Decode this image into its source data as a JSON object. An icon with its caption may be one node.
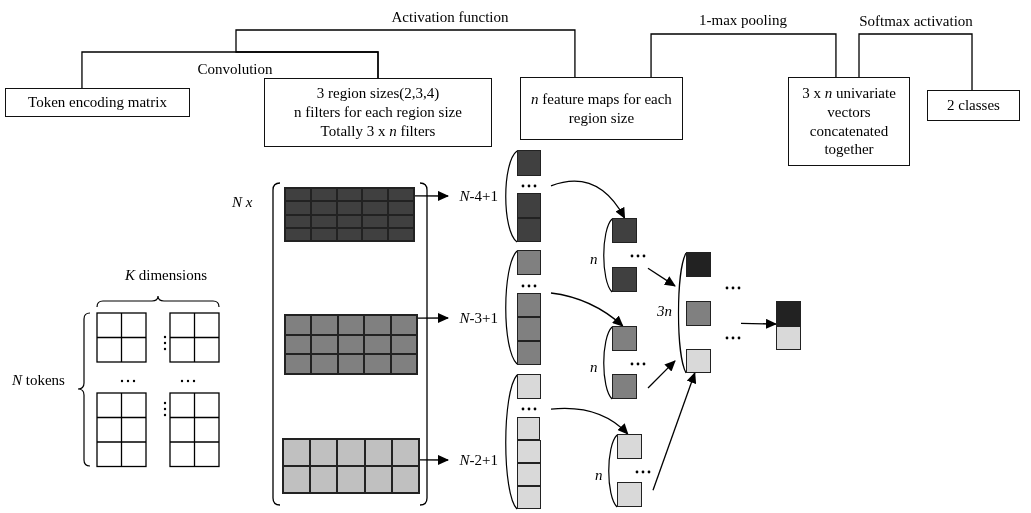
{
  "diagram": {
    "nodes": [
      {
        "text": [
          "Token encoding matrix"
        ]
      },
      {
        "text": [
          "3 region sizes(2,3,4)",
          "n filters for each region size",
          "Totally 3 x *n* filters"
        ]
      },
      {
        "text": [
          "*n* feature maps for each region size"
        ]
      },
      {
        "text": [
          "3 x *n* univariate vectors concatenated together"
        ]
      },
      {
        "text": [
          "2 classes"
        ]
      },
      {
        "text": [],
        "shape": "box"
      },
      {
        "text": [],
        "shape": "box"
      },
      {
        "text": [],
        "shape": "box"
      },
      {
        "text": [
          "*N*-4+1"
        ]
      },
      {
        "text": [
          "*N*-3+1"
        ]
      },
      {
        "text": [
          "*N*-2+1"
        ]
      },
      {
        "text": [],
        "shape": "bar"
      },
      {
        "text": [],
        "shape": "bar"
      },
      {
        "text": [],
        "shape": "bar"
      },
      {
        "text": [],
        "shape": "bar",
        "beside": [
          "n"
        ]
      },
      {
        "text": [],
        "shape": "bar",
        "beside": [
          "n"
        ]
      },
      {
        "text": [],
        "shape": "bar",
        "beside": [
          "n"
        ]
      },
      {
        "text": [],
        "shape": "bar",
        "beside": [
          "3n"
        ]
      },
      {
        "text": [],
        "shape": "bar"
      }
    ],
    "edges": [
      {
        "from": 0,
        "to": 1,
        "arrow": "none",
        "label": "Convolution"
      },
      {
        "from": 1,
        "to": 2,
        "arrow": "none",
        "label": "Activation function"
      },
      {
        "from": 2,
        "to": 3,
        "arrow": "none",
        "label": "1-max pooling"
      },
      {
        "from": 3,
        "to": 4,
        "arrow": "none",
        "label": "Softmax activation"
      },
      {
        "from": 5,
        "to": 8,
        "arrow": "to"
      },
      {
        "from": 6,
        "to": 9,
        "arrow": "to"
      },
      {
        "from": 7,
        "to": 10,
        "arrow": "to"
      },
      {
        "from": 11,
        "to": 14,
        "arrow": "to"
      },
      {
        "from": 12,
        "to": 15,
        "arrow": "to"
      },
      {
        "from": 13,
        "to": 16,
        "arrow": "to"
      },
      {
        "from": 14,
        "to": 17,
        "arrow": "to"
      },
      {
        "from": 15,
        "to": 17,
        "arrow": "to"
      },
      {
        "from": 16,
        "to": 17,
        "arrow": "to"
      },
      {
        "from": 17,
        "to": 18,
        "arrow": "to"
      }
    ],
    "labels": [
      "*K* dimensions",
      "*N* tokens",
      "N x"
    ]
  }
}
